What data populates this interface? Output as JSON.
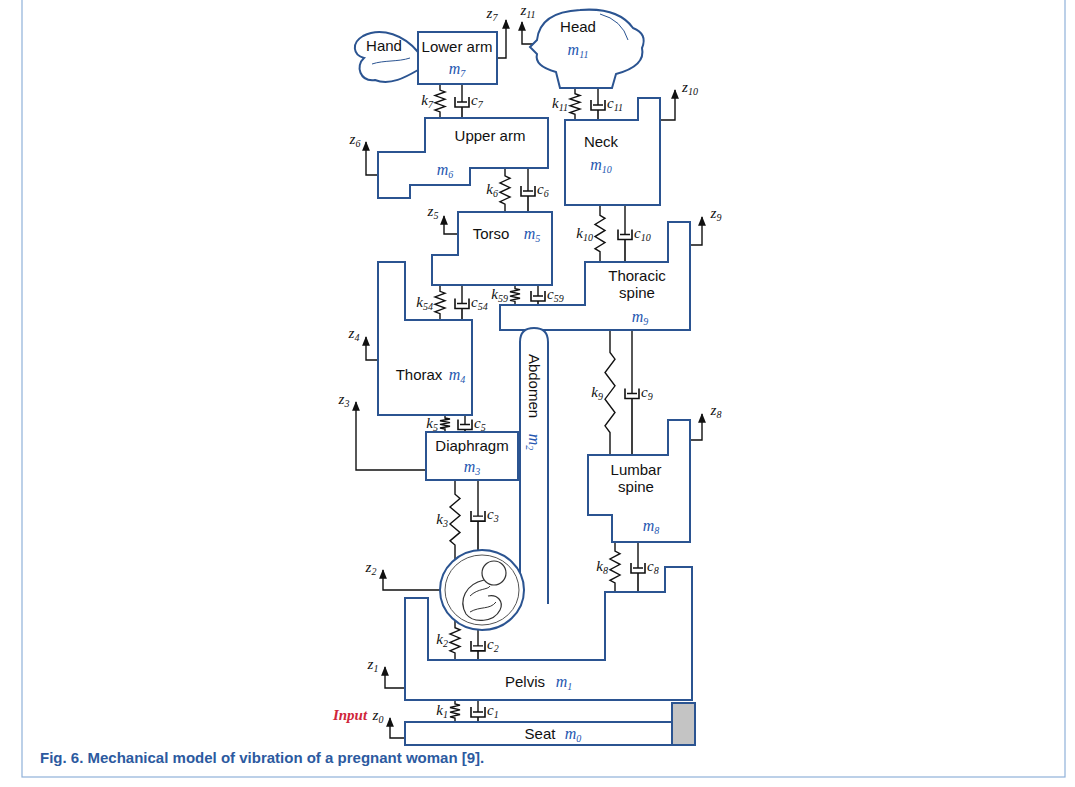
{
  "diagram": {
    "caption": "Fig. 6. Mechanical model of vibration of a pregnant woman [9].",
    "nodes": [
      {
        "text": [
          "Hand"
        ]
      },
      {
        "text": [
          "Lower arm",
          "m7"
        ]
      },
      {
        "text": [
          "Head",
          "m11"
        ]
      },
      {
        "text": [
          "Upper arm",
          "m6"
        ]
      },
      {
        "text": [
          "Neck",
          "m10"
        ]
      },
      {
        "text": [
          "Torso",
          "m5"
        ]
      },
      {
        "text": [
          "Thoracic spine",
          "m9"
        ]
      },
      {
        "text": [
          "Thorax",
          "m4"
        ]
      },
      {
        "text": [
          "Diaphragm",
          "m3"
        ]
      },
      {
        "text": [
          "Abdomen",
          "m2"
        ]
      },
      {
        "text": [
          "Lumbar spine",
          "m8"
        ]
      },
      {
        "text": [
          "Pelvis",
          "m1"
        ]
      },
      {
        "text": [
          "Seat",
          "m0"
        ]
      }
    ],
    "edges": [
      {
        "from": 3,
        "to": 1,
        "label": "k7",
        "arrow": "none"
      },
      {
        "from": 3,
        "to": 1,
        "label": "c7",
        "arrow": "none"
      },
      {
        "from": 4,
        "to": 2,
        "label": "k11",
        "arrow": "none"
      },
      {
        "from": 4,
        "to": 2,
        "label": "c11",
        "arrow": "none"
      },
      {
        "from": 5,
        "to": 3,
        "label": "k6",
        "arrow": "none"
      },
      {
        "from": 5,
        "to": 3,
        "label": "c6",
        "arrow": "none"
      },
      {
        "from": 7,
        "to": 5,
        "label": "k54",
        "arrow": "none"
      },
      {
        "from": 7,
        "to": 5,
        "label": "c54",
        "arrow": "none"
      },
      {
        "from": 6,
        "to": 5,
        "label": "k59",
        "arrow": "none"
      },
      {
        "from": 6,
        "to": 5,
        "label": "c59",
        "arrow": "none"
      },
      {
        "from": 6,
        "to": 4,
        "label": "k10",
        "arrow": "none"
      },
      {
        "from": 6,
        "to": 4,
        "label": "c10",
        "arrow": "none"
      },
      {
        "from": 8,
        "to": 7,
        "label": "k5",
        "arrow": "none"
      },
      {
        "from": 8,
        "to": 7,
        "label": "c5",
        "arrow": "none"
      },
      {
        "from": 9,
        "to": 8,
        "label": "k3",
        "arrow": "none"
      },
      {
        "from": 9,
        "to": 8,
        "label": "c3",
        "arrow": "none"
      },
      {
        "from": 10,
        "to": 6,
        "label": "k9",
        "arrow": "none"
      },
      {
        "from": 10,
        "to": 6,
        "label": "c9",
        "arrow": "none"
      },
      {
        "from": 11,
        "to": 10,
        "label": "k8",
        "arrow": "none"
      },
      {
        "from": 11,
        "to": 10,
        "label": "c8",
        "arrow": "none"
      },
      {
        "from": 11,
        "to": 9,
        "label": "k2",
        "arrow": "none"
      },
      {
        "from": 11,
        "to": 9,
        "label": "c2",
        "arrow": "none"
      },
      {
        "from": 12,
        "to": 11,
        "label": "k1",
        "arrow": "none"
      },
      {
        "from": 12,
        "to": 11,
        "label": "c1",
        "arrow": "none"
      }
    ],
    "labels": [
      "z7",
      "z11",
      "z10",
      "z6",
      "z5",
      "z9",
      "z4",
      "z3",
      "z8",
      "z2",
      "z1",
      "Input",
      "z0"
    ]
  }
}
